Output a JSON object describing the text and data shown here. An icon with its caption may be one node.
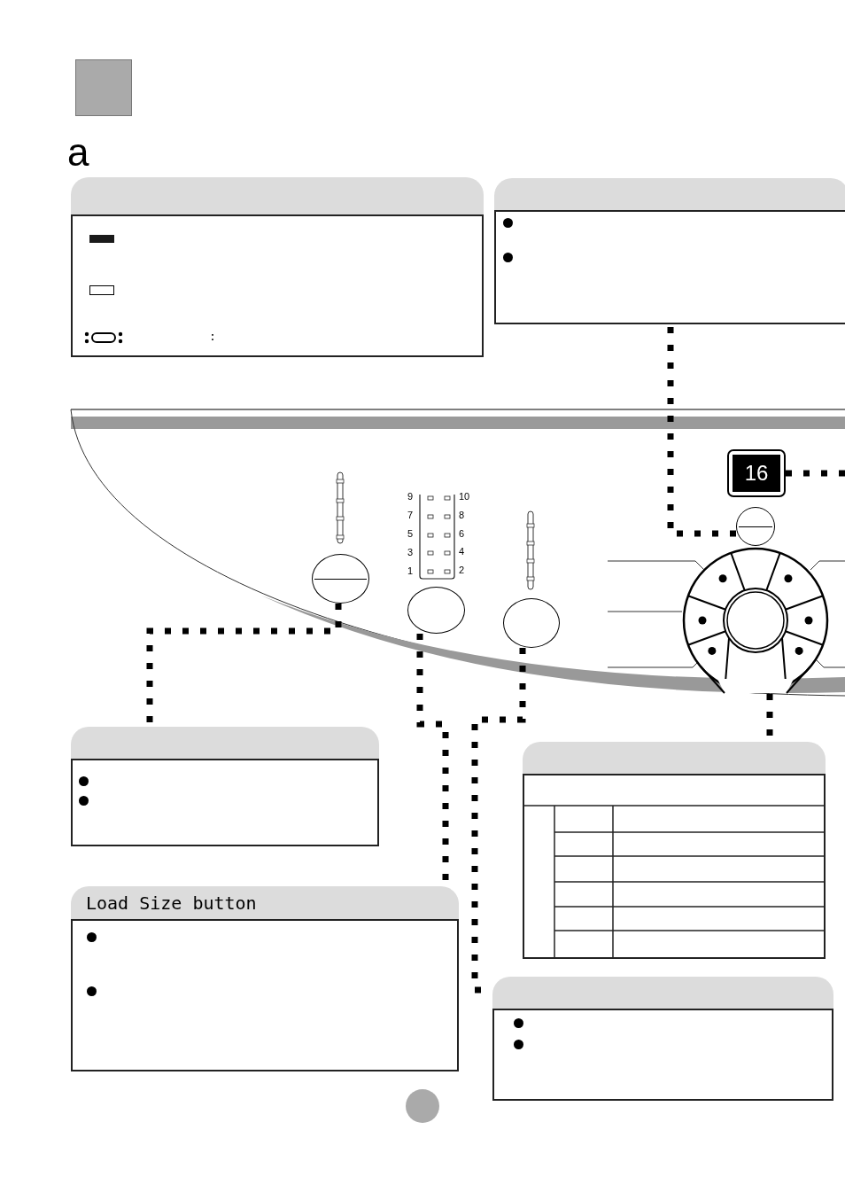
{
  "diagram": {
    "nodes": [
      {
        "text": [],
        "shape": "box"
      },
      {
        "text": [],
        "shape": "box"
      },
      {
        "text": [],
        "shape": "box"
      },
      {
        "text": [
          "Load Size button"
        ]
      },
      {
        "text": [],
        "shape": "box"
      },
      {
        "text": [],
        "shape": "box"
      },
      {
        "text": [
          "16"
        ]
      },
      {
        "text": [],
        "shape": "circle"
      },
      {
        "text": [],
        "shape": "circle"
      },
      {
        "text": [],
        "shape": "circle"
      },
      {
        "text": [],
        "shape": "circle"
      },
      {
        "text": [],
        "shape": "circle"
      }
    ],
    "edges": [
      {
        "from": 7,
        "to": 1,
        "arrow": "none",
        "style": "dashed"
      },
      {
        "from": 6,
        "to": null,
        "arrow": "none",
        "style": "dashed"
      },
      {
        "from": 8,
        "to": 2,
        "arrow": "none",
        "style": "dashed"
      },
      {
        "from": 9,
        "to": 3,
        "arrow": "none",
        "style": "dashed"
      },
      {
        "from": 10,
        "to": 5,
        "arrow": "none",
        "style": "dashed"
      },
      {
        "from": 11,
        "to": 4,
        "arrow": "none",
        "style": "dashed"
      }
    ],
    "labels": [
      "a",
      "9",
      "10",
      "7",
      "8",
      "5",
      "6",
      "3",
      "4",
      "1",
      "2",
      ":"
    ]
  }
}
